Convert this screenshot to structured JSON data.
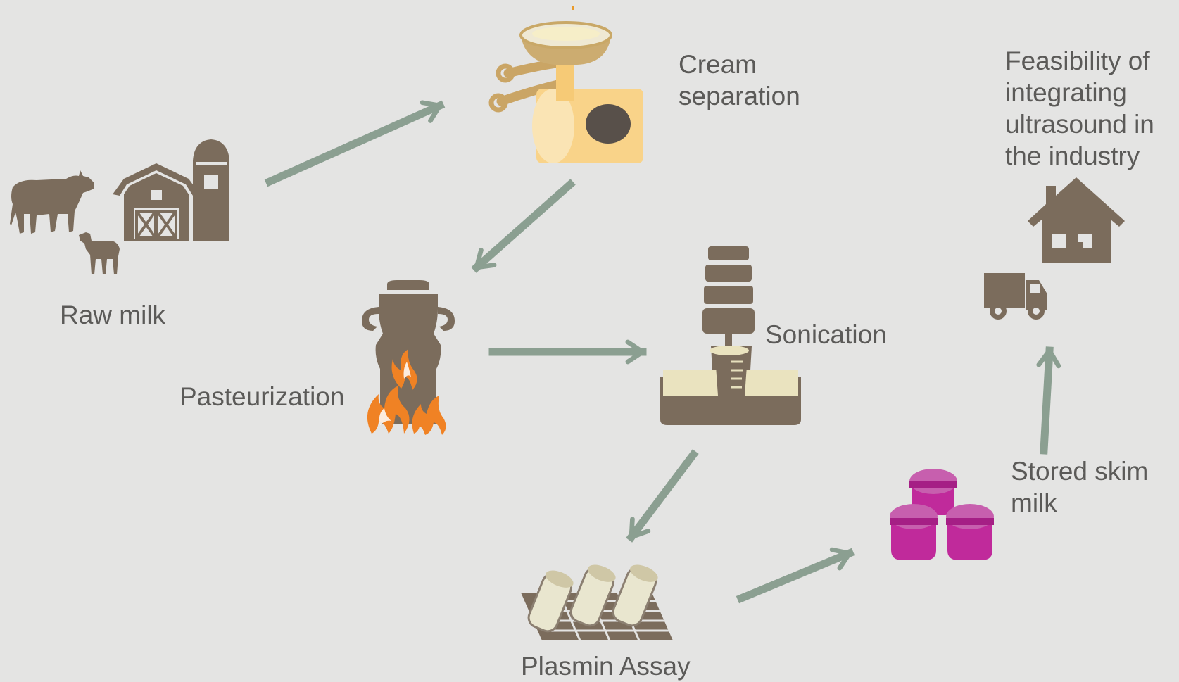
{
  "diagram": {
    "steps": {
      "raw_milk": "Raw milk",
      "cream_separation": [
        "Cream",
        "separation"
      ],
      "pasteurization": "Pasteurization",
      "sonication": "Sonication",
      "plasmin_assay": "Plasmin Assay",
      "stored_skim_milk": [
        "Stored skim",
        "milk"
      ],
      "feasibility": [
        "Feasibility of",
        "integrating",
        "ultrasound in",
        "the industry"
      ]
    },
    "icons": [
      "cow-icon",
      "calf-icon",
      "barn-icon",
      "silo-icon",
      "cream-separator-icon",
      "milk-can-icon",
      "flame-icon",
      "sonicator-icon",
      "test-tubes-icon",
      "storage-cups-icon",
      "house-icon",
      "truck-icon"
    ],
    "colors": {
      "background": "#e4e4e3",
      "arrow": "#8b9f91",
      "icon_brown": "#7b6c5c",
      "cream_yellow": "#f9d389",
      "flame_orange": "#f08224",
      "cup_magenta": "#c02a9b",
      "text": "#5b5a58"
    }
  }
}
